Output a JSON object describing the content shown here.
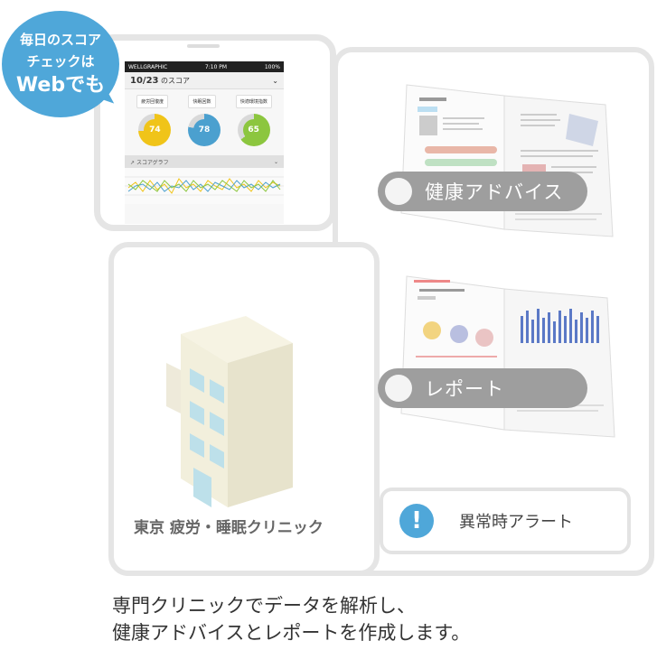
{
  "bubble": {
    "line1": "毎日のスコア",
    "line2": "チェックは",
    "line3": "Webでも"
  },
  "phone": {
    "carrier": "WELLGRAPHIC",
    "time": "7:10 PM",
    "battery": "100%",
    "date": "10/23",
    "date_suffix": "のスコア",
    "categories": [
      "疲労回復度",
      "快眠回数",
      "快適環境指数"
    ],
    "scores": [
      74,
      78,
      65
    ],
    "score_colors": [
      "#f0c419",
      "#4ba0cf",
      "#8cc63f"
    ],
    "graph_label": "スコアグラフ"
  },
  "advice": {
    "label": "健康アドバイス"
  },
  "report": {
    "label": "レポート"
  },
  "alert": {
    "icon": "!",
    "label": "異常時アラート"
  },
  "clinic": {
    "name": "東京 疲労・睡眠クリニック"
  },
  "caption": {
    "line1": "専門クリニックでデータを解析し、",
    "line2": "健康アドバイスとレポートを作成します。"
  },
  "colors": {
    "accent": "#4fa7d9",
    "pill": "#9e9e9e",
    "frame": "#e5e5e5"
  }
}
